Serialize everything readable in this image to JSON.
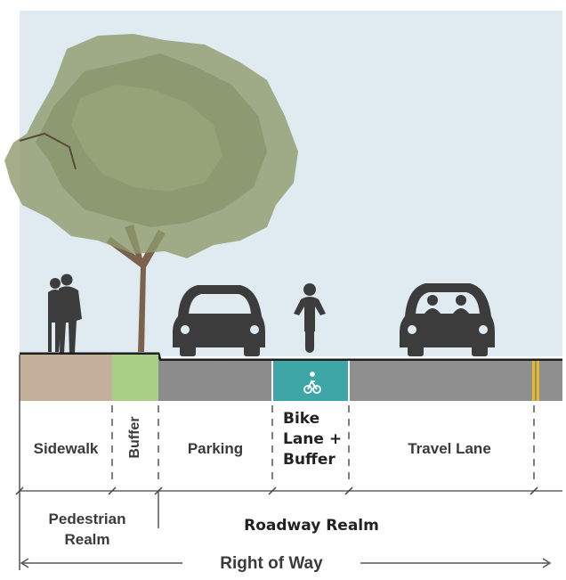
{
  "zones": {
    "sidewalk": "Sidewalk",
    "buffer": "Buffer",
    "parking": "Parking",
    "bike_lane_line1": "Bike",
    "bike_lane_line2": "Lane +",
    "bike_lane_line3": "Buffer",
    "travel_lane": "Travel Lane"
  },
  "realms": {
    "pedestrian_line1": "Pedestrian",
    "pedestrian_line2": "Realm",
    "roadway": "Roadway Realm"
  },
  "right_of_way": "Right of Way",
  "colors": {
    "sky": "#dfeaf1",
    "sidewalk": "#c4b09a",
    "buffer": "#a9cf87",
    "parking": "#8c8c8c",
    "bike_lane": "#3fa6a8",
    "travel_lane": "#8f8f8f",
    "centerline": "#e8b923",
    "tree_canopy": "#8e9a6b",
    "vehicle": "#3c3c3c"
  },
  "icons": [
    "tree-icon",
    "pedestrians-icon",
    "car-icon",
    "cyclist-icon",
    "bike-symbol-icon",
    "car-with-passengers-icon"
  ]
}
